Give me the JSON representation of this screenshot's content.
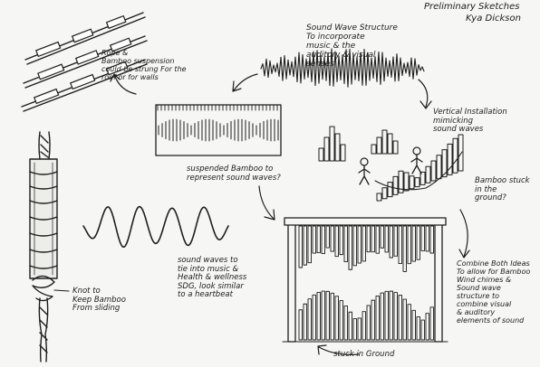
{
  "title": {
    "line1": "Preliminary Sketches",
    "line2": "Kya Dickson"
  },
  "notes": {
    "rope_bamboo": "Rope &\nBamboo suspension\ncould be strung For the\nroof or for walls",
    "sound_wave_structure": "Sound Wave Structure\nTo incorporate\nmusic & the\nauditory & visual\nsenses",
    "suspended_bamboo": "suspended Bamboo to\nrepresent sound waves?",
    "vertical_installation": "Vertical Installation\nmimicking\nsound waves",
    "bamboo_stuck": "Bamboo stuck\nin the\nground?",
    "sound_waves_music": "sound waves to\ntie into music &\nHealth & wellness\nSDG, look similar\nto a heartbeat",
    "knot": "Knot to\nKeep Bamboo\nFrom sliding",
    "combine": "Combine Both Ideas\nTo allow for Bamboo\nWind chimes &\nSound wave\nstructure to\ncombine visual\n& auditory\nelements of sound",
    "stuck_in_ground": "stuck in Ground"
  }
}
